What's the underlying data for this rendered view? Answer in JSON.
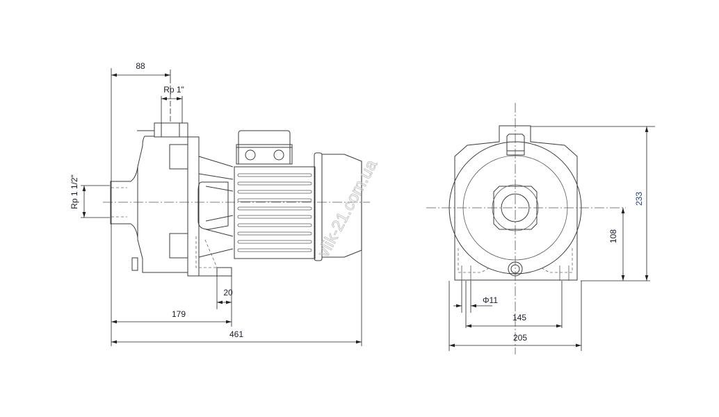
{
  "drawing": {
    "side_view": {
      "dim_outlet_offset": "88",
      "outlet_thread": "Rp 1\"",
      "inlet_thread": "Rp 1 1/2\"",
      "dim_foot_width": "20",
      "dim_foot_position": "179",
      "dim_total_length": "461"
    },
    "front_view": {
      "dim_total_height": "233",
      "dim_shaft_height": "108",
      "dim_bolt_hole": "Φ11",
      "dim_bolt_spacing": "145",
      "dim_base_width": "205"
    },
    "watermark": "vlik-21.com.ua"
  }
}
